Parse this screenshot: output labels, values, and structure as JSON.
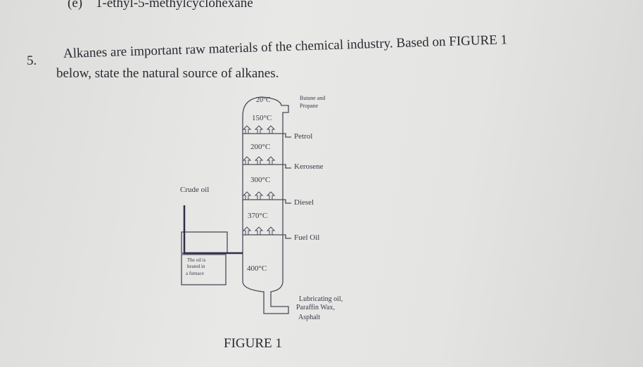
{
  "part_e": {
    "label": "(e)",
    "text": "1-ethyl-5-methylcyclohexane"
  },
  "question": {
    "number": "5.",
    "line1": "Alkanes are important raw materials of the chemical industry. Based on FIGURE 1",
    "line2": "below, state the natural source of alkanes."
  },
  "diagram": {
    "temperatures": [
      "20°C",
      "150°C",
      "200°C",
      "300°C",
      "370°C",
      "400°C"
    ],
    "fractions": {
      "top_line1": "Butane and",
      "top_line2": "Propane",
      "petrol": "Petrol",
      "kerosene": "Kerosene",
      "diesel": "Diesel",
      "fuel_oil": "Fuel Oil",
      "bottom_line1": "Lubricating oil,",
      "bottom_line2": "Paraffin Wax,",
      "bottom_line3": "Asphalt"
    },
    "crude_oil": "Crude oil",
    "furnace_line1": "The oil is",
    "furnace_line2": "heated in",
    "furnace_line3": "a furnace"
  },
  "figure_caption": "FIGURE 1"
}
